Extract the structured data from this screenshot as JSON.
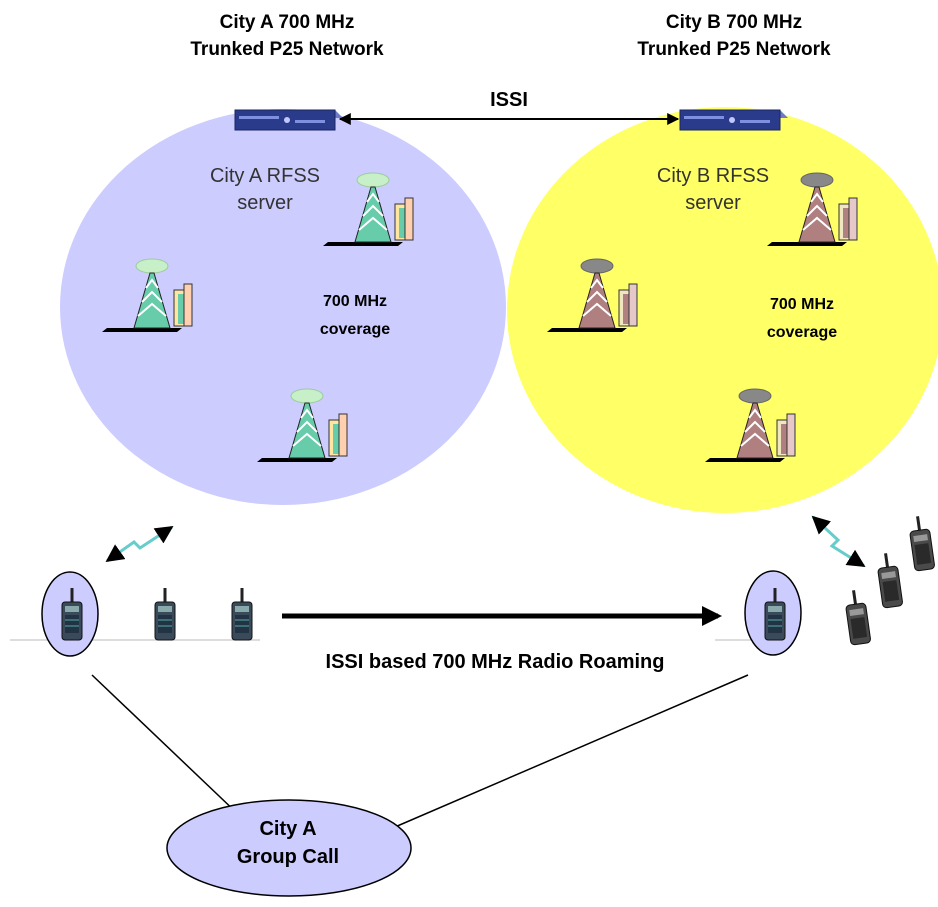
{
  "networks": {
    "city_a": {
      "title_line1": "City A 700 MHz",
      "title_line2": "Trunked P25 Network",
      "server_line1": "City A RFSS",
      "server_line2": "server",
      "coverage_line1": "700 MHz",
      "coverage_line2": "coverage",
      "fill_color": "#ccccff"
    },
    "city_b": {
      "title_line1": "City B 700 MHz",
      "title_line2": "Trunked P25 Network",
      "server_line1": "City B RFSS",
      "server_line2": "server",
      "coverage_line1": "700 MHz",
      "coverage_line2": "coverage",
      "fill_color": "#ffff66"
    }
  },
  "link": {
    "label": "ISSI"
  },
  "roaming": {
    "label": "ISSI based 700 MHz Radio Roaming"
  },
  "group_call": {
    "line1": "City A",
    "line2": "Group Call",
    "fill_color": "#ccccff"
  },
  "icons": {
    "tower_a": "radio-tower-icon",
    "tower_b": "radio-tower-icon",
    "server": "rack-server-icon",
    "radio": "handheld-radio-icon",
    "wireless": "lightning-link-icon"
  },
  "colors": {
    "tower_a_dish": "#c8f0c8",
    "tower_a_body": "#66ccaa",
    "tower_b_dish": "#888888",
    "tower_b_body": "#b08080",
    "wireless": "#66cccc",
    "server": "#2b3b8c"
  }
}
